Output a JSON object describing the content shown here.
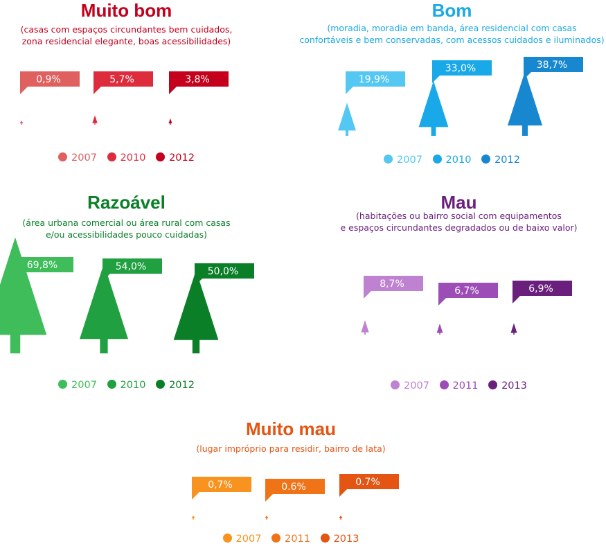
{
  "chart_data": [
    {
      "type": "bar",
      "title": "Muito bom",
      "subtitle": [
        "(casas com espaços circundantes bem cuidados,",
        "zona residencial elegante, boas acessibilidades)"
      ],
      "categories": [
        "2007",
        "2010",
        "2012"
      ],
      "values": [
        0.9,
        5.7,
        3.8
      ],
      "value_labels": [
        "0,9%",
        "5,7%",
        "3,8%"
      ],
      "colors": [
        "#e06060",
        "#dd2c3c",
        "#c4001c"
      ],
      "title_color": "#c4001c",
      "unit": "%"
    },
    {
      "type": "bar",
      "title": "Bom",
      "subtitle": [
        "(moradia, moradia em banda, área residencial com casas",
        "confortáveis e bem conservadas, com acessos cuidados e iluminados)"
      ],
      "categories": [
        "2007",
        "2010",
        "2012"
      ],
      "values": [
        19.9,
        33.0,
        38.7
      ],
      "value_labels": [
        "19,9%",
        "33,0%",
        "38,7%"
      ],
      "colors": [
        "#54c7f2",
        "#1aa9e8",
        "#1787cf"
      ],
      "title_color": "#1aa9e8",
      "unit": "%"
    },
    {
      "type": "bar",
      "title": "Razoável",
      "subtitle": [
        "(área urbana comercial ou área rural com casas",
        "e/ou acessibilidades pouco cuidadas)"
      ],
      "categories": [
        "2007",
        "2010",
        "2012"
      ],
      "values": [
        69.8,
        54.0,
        50.0
      ],
      "value_labels": [
        "69,8%",
        "54,0%",
        "50,0%"
      ],
      "colors": [
        "#3ebd5a",
        "#21a041",
        "#0a7f28"
      ],
      "title_color": "#0a7f28",
      "unit": "%"
    },
    {
      "type": "bar",
      "title": "Mau",
      "subtitle": [
        "(habitações ou bairro social com equipamentos",
        "e espaços circundantes degradados ou de baixo valor)"
      ],
      "categories": [
        "2007",
        "2011",
        "2013"
      ],
      "values": [
        8.7,
        6.7,
        6.9
      ],
      "value_labels": [
        "8,7%",
        "6,7%",
        "6,9%"
      ],
      "colors": [
        "#bf82d0",
        "#9c4db6",
        "#6a1f7d"
      ],
      "title_color": "#6a1f7d",
      "unit": "%"
    },
    {
      "type": "bar",
      "title": "Muito mau",
      "subtitle": [
        "(lugar impróprio para residir, bairro de lata)"
      ],
      "categories": [
        "2007",
        "2011",
        "2013"
      ],
      "values": [
        0.7,
        0.6,
        0.7
      ],
      "value_labels": [
        "0,7%",
        "0.6%",
        "0.7%"
      ],
      "colors": [
        "#f7931e",
        "#f07318",
        "#e45412"
      ],
      "title_color": "#e45412",
      "unit": "%"
    }
  ]
}
